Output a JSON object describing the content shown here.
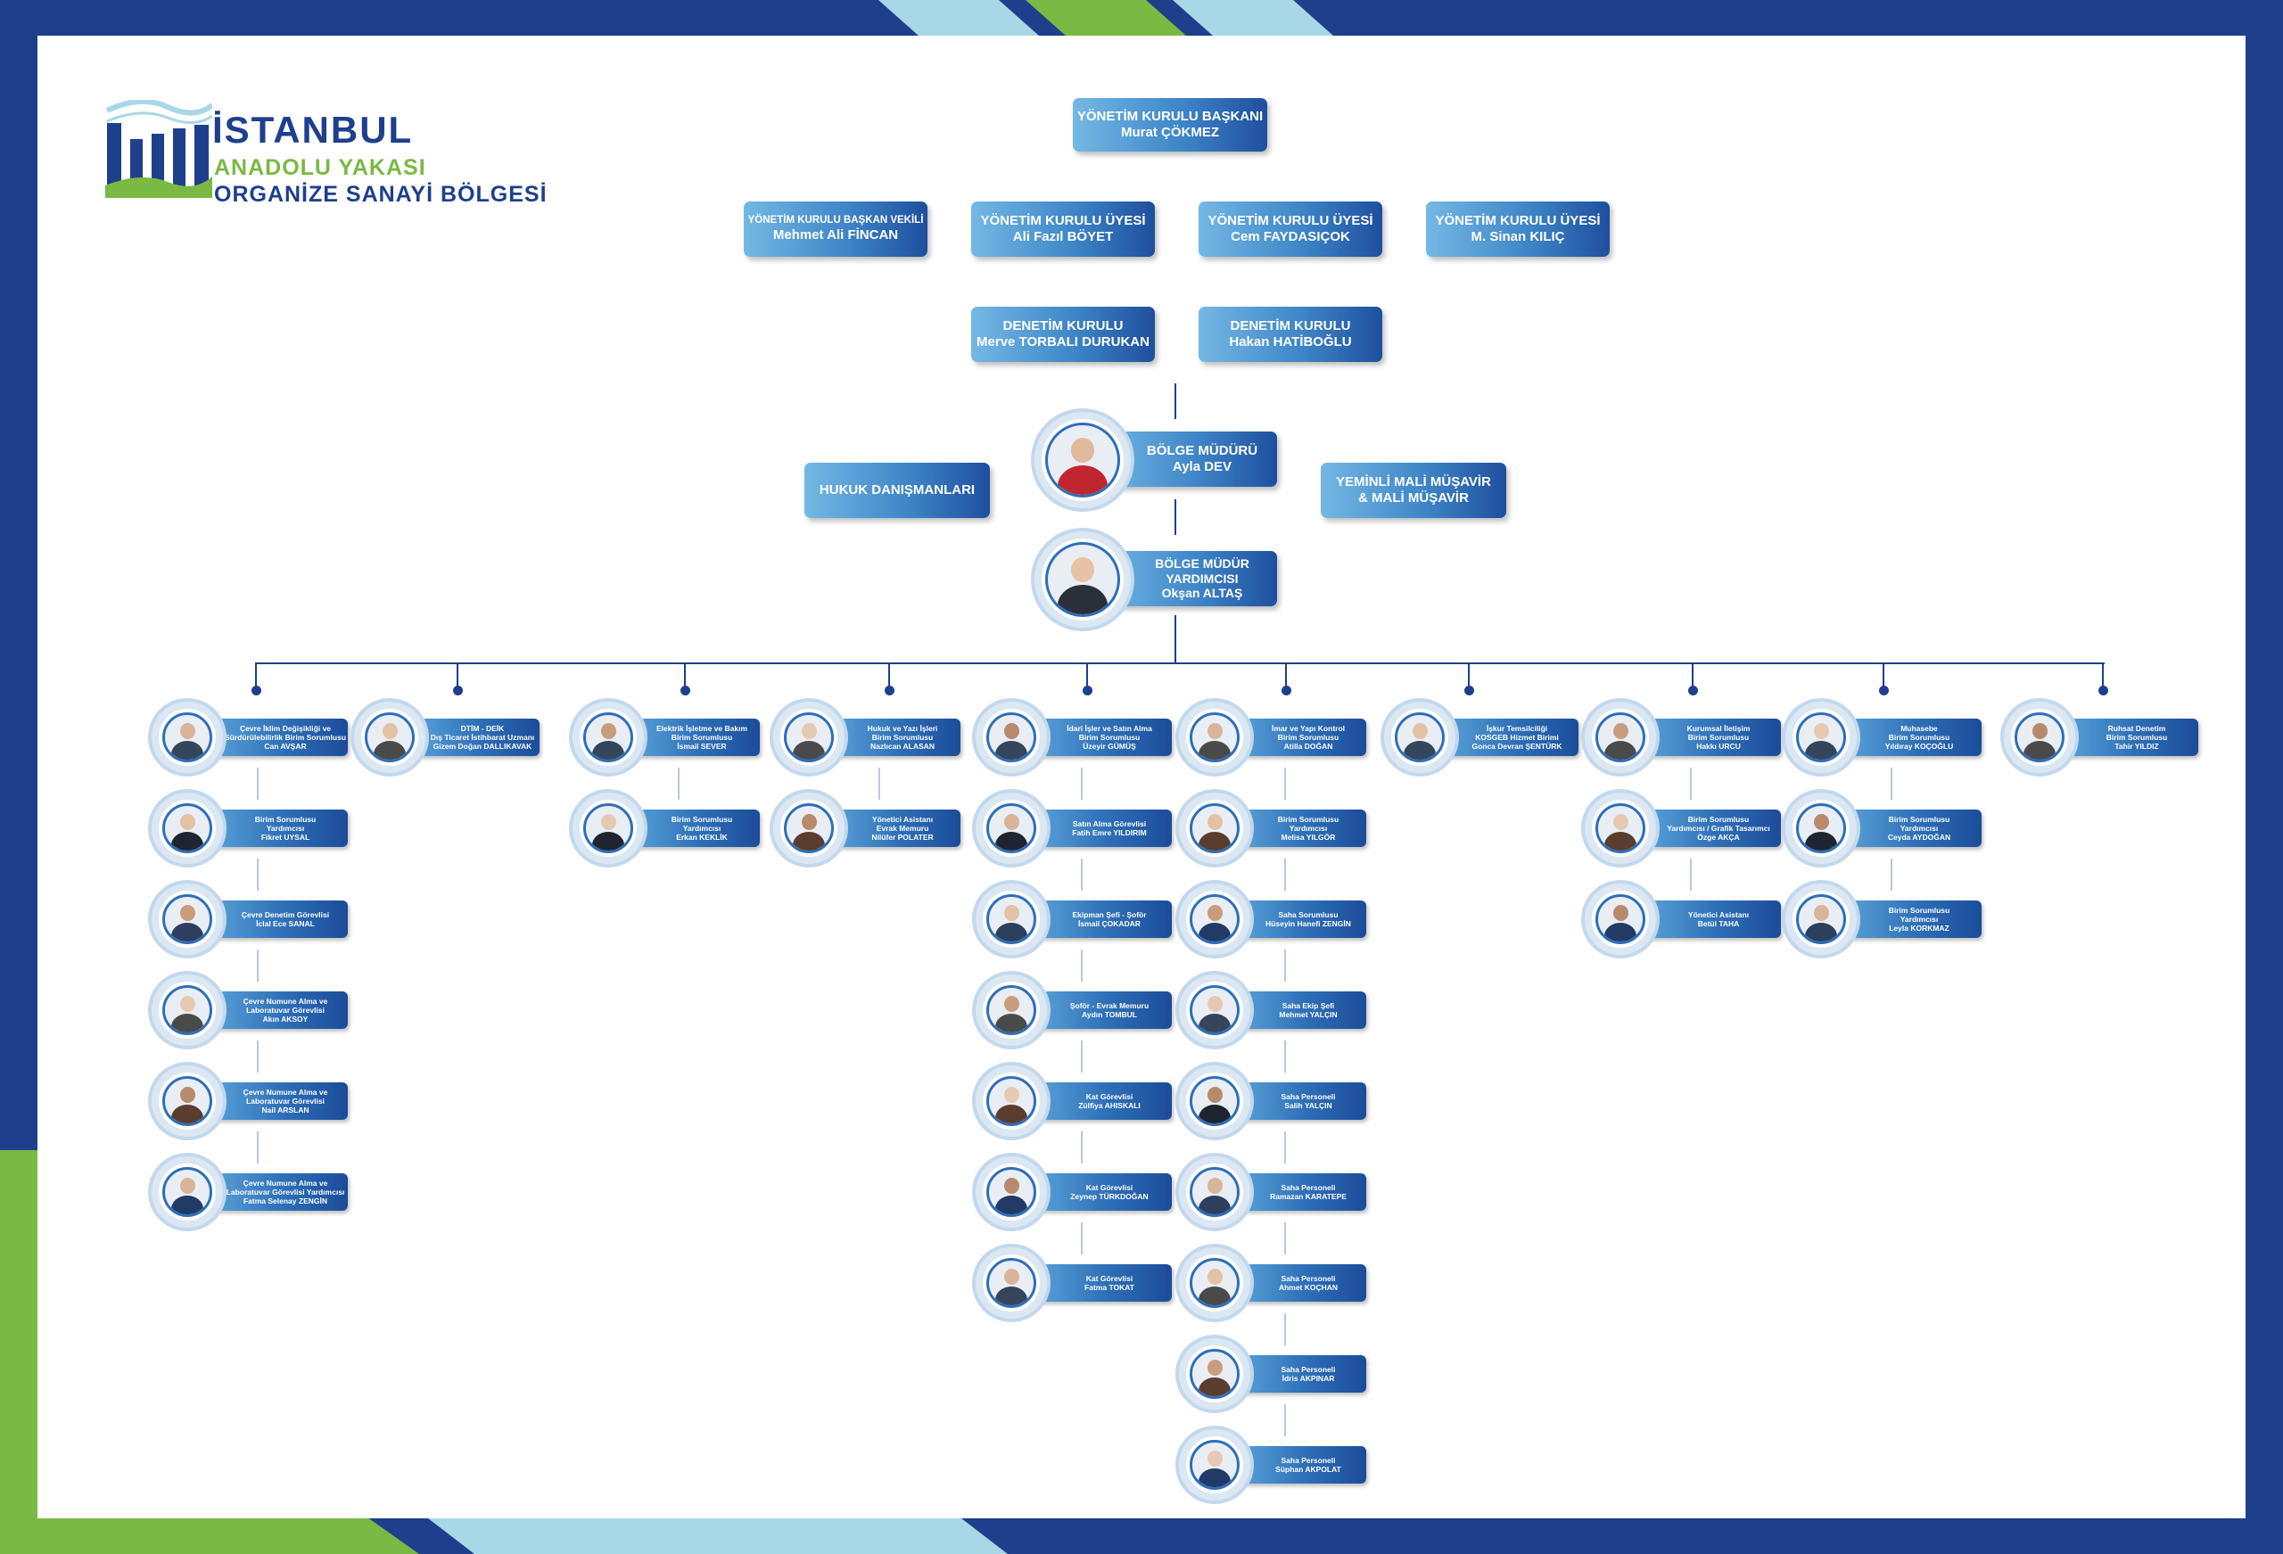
{
  "colors": {
    "navy": "#1e3f8c",
    "green": "#7ab943",
    "light_blue": "#a8d8e8",
    "box_light": "#74b8e4",
    "box_dark": "#1e4f9e"
  },
  "logo": {
    "istanbul": "İSTANBUL",
    "anadolu": "ANADOLU YAKASI",
    "osb": "ORGANİZE SANAYİ BÖLGESİ"
  },
  "board": {
    "chairman": {
      "title": "YÖNETİM KURULU BAŞKANI",
      "name": "Murat ÇÖKMEZ"
    },
    "vice": {
      "title": "YÖNETİM KURULU BAŞKAN VEKİLİ",
      "name": "Mehmet Ali FİNCAN"
    },
    "member1": {
      "title": "YÖNETİM KURULU ÜYESİ",
      "name": "Ali Fazıl BÖYET"
    },
    "member2": {
      "title": "YÖNETİM KURULU ÜYESİ",
      "name": "Cem FAYDASIÇOK"
    },
    "member3": {
      "title": "YÖNETİM KURULU ÜYESİ",
      "name": "M. Sinan KILIÇ"
    },
    "audit1": {
      "title": "DENETİM KURULU",
      "name": "Merve TORBALI DURUKAN"
    },
    "audit2": {
      "title": "DENETİM KURULU",
      "name": "Hakan HATİBOĞLU"
    }
  },
  "management": {
    "manager": {
      "title": "BÖLGE MÜDÜRÜ",
      "name": "Ayla DEV"
    },
    "deputy": {
      "title1": "BÖLGE MÜDÜR",
      "title2": "YARDIMCISI",
      "name": "Okşan ALTAŞ"
    },
    "legal": "HUKUK DANIŞMANLARI",
    "sworn1": "YEMİNLİ MALİ MÜŞAVİR",
    "sworn2": "&  MALİ MÜŞAVİR"
  },
  "columns": [
    {
      "staff": [
        {
          "lines": [
            "Çevre İklim Değişikliği ve",
            "Sürdürülebilirlik Birim Sorumlusu",
            "Can AVŞAR"
          ]
        },
        {
          "lines": [
            "Birim Sorumlusu",
            "Yardımcısı",
            "Fikret UYSAL"
          ]
        },
        {
          "lines": [
            "Çevre Denetim Görevlisi",
            "İclal Ece SANAL"
          ]
        },
        {
          "lines": [
            "Çevre Numune Alma ve",
            "Laboratuvar Görevlisi",
            "Akın AKSOY"
          ]
        },
        {
          "lines": [
            "Çevre Numune Alma ve",
            "Laboratuvar Görevlisi",
            "Nail ARSLAN"
          ]
        },
        {
          "lines": [
            "Çevre Numune Alma ve",
            "Laboratuvar Görevlisi Yardımcısı",
            "Fatma Selenay ZENGİN"
          ]
        }
      ]
    },
    {
      "staff": [
        {
          "lines": [
            "DTİM - DEİK",
            "Dış Ticaret İstihbarat Uzmanı",
            "Gizem Doğan DALLIKAVAK"
          ]
        }
      ]
    },
    {
      "staff": [
        {
          "lines": [
            "Elektrik İşletme ve Bakım",
            "Birim Sorumlusu",
            "İsmail SEVER"
          ]
        },
        {
          "lines": [
            "Birim Sorumlusu",
            "Yardımcısı",
            "Erkan KEKLİK"
          ]
        }
      ]
    },
    {
      "staff": [
        {
          "lines": [
            "Hukuk ve Yazı İşleri",
            "Birim Sorumlusu",
            "Nazlıcan ALASAN"
          ]
        },
        {
          "lines": [
            "Yönetici Asistanı",
            "Evrak Memuru",
            "Nilüfer POLATER"
          ]
        }
      ]
    },
    {
      "staff": [
        {
          "lines": [
            "İdari İşler ve Satın Alma",
            "Birim Sorumlusu",
            "Üzeyir GÜMÜŞ"
          ]
        },
        {
          "lines": [
            "Satın Alma Görevlisi",
            "Fatih Emre YILDIRIM"
          ]
        },
        {
          "lines": [
            "Ekipman Şefi - Şoför",
            "İsmail ÇOKADAR"
          ]
        },
        {
          "lines": [
            "Şoför - Evrak Memuru",
            "Aydın TOMBUL"
          ]
        },
        {
          "lines": [
            "Kat Görevlisi",
            "Zülfiya AHISKALI"
          ]
        },
        {
          "lines": [
            "Kat Görevlisi",
            "Zeynep TÜRKDOĞAN"
          ]
        },
        {
          "lines": [
            "Kat Görevlisi",
            "Fatma TOKAT"
          ]
        }
      ]
    },
    {
      "staff": [
        {
          "lines": [
            "İmar ve Yapı Kontrol",
            "Birim Sorumlusu",
            "Atilla DOĞAN"
          ]
        },
        {
          "lines": [
            "Birim Sorumlusu",
            "Yardımcısı",
            "Melisa YILGÖR"
          ]
        },
        {
          "lines": [
            "Saha Sorumlusu",
            "Hüseyin Hanefi ZENGİN"
          ]
        },
        {
          "lines": [
            "Saha Ekip Şefi",
            "Mehmet YALÇIN"
          ]
        },
        {
          "lines": [
            "Saha Personeli",
            "Salih YALÇIN"
          ]
        },
        {
          "lines": [
            "Saha Personeli",
            "Ramazan KARATEPE"
          ]
        },
        {
          "lines": [
            "Saha Personeli",
            "Ahmet KOÇHAN"
          ]
        },
        {
          "lines": [
            "Saha Personeli",
            "İdris AKPINAR"
          ]
        },
        {
          "lines": [
            "Saha Personeli",
            "Süphan AKPOLAT"
          ]
        }
      ]
    },
    {
      "staff": [
        {
          "lines": [
            "İşkur Temsilciliği",
            "KOSGEB Hizmet Birimi",
            "Gonca Devran ŞENTÜRK"
          ]
        }
      ]
    },
    {
      "staff": [
        {
          "lines": [
            "Kurumsal İletişim",
            "Birim Sorumlusu",
            "Hakkı URCU"
          ]
        },
        {
          "lines": [
            "Birim Sorumlusu",
            "Yardımcısı / Grafik Tasarımcı",
            "Özge AKÇA"
          ]
        },
        {
          "lines": [
            "Yönetici Asistanı",
            "Betül TAHA"
          ]
        }
      ]
    },
    {
      "staff": [
        {
          "lines": [
            "Muhasebe",
            "Birim Sorumlusu",
            "Yıldıray KOÇOĞLU"
          ]
        },
        {
          "lines": [
            "Birim Sorumlusu",
            "Yardımcısı",
            "Ceyda AYDOĞAN"
          ]
        },
        {
          "lines": [
            "Birim Sorumlusu",
            "Yardımcısı",
            "Leyla KORKMAZ"
          ]
        }
      ]
    },
    {
      "staff": [
        {
          "lines": [
            "Ruhsat Denetim",
            "Birim Sorumlusu",
            "Tahir YILDIZ"
          ]
        }
      ]
    }
  ]
}
